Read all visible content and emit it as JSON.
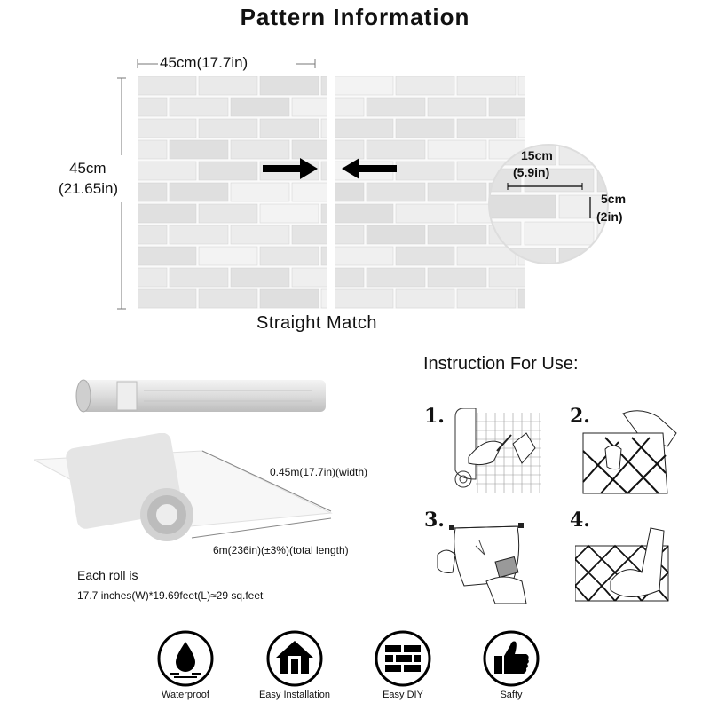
{
  "title": "Pattern Information",
  "panel": {
    "width_label": "45cm(17.7in)",
    "height_label_cm": "45cm",
    "height_label_in": "(21.65in)",
    "match_label": "Straight Match",
    "zoom": {
      "brick_w_cm": "15cm",
      "brick_w_in": "(5.9in)",
      "brick_h_cm": "5cm",
      "brick_h_in": "(2in)"
    }
  },
  "roll": {
    "width_label": "0.45m(17.7in)(width)",
    "length_label": "6m(236in)(±3%)(total length)",
    "each_roll_line1": "Each roll is",
    "each_roll_line2": "17.7 inches(W)*19.69feet(L)≈29 sq.feet"
  },
  "instructions": {
    "title": "Instruction For Use:",
    "steps": [
      "1.",
      "2.",
      "3.",
      "4."
    ]
  },
  "features": [
    {
      "label": "Waterproof",
      "icon": "water-drop-icon"
    },
    {
      "label": "Easy Installation",
      "icon": "house-icon"
    },
    {
      "label": "Easy DIY",
      "icon": "brick-icon"
    },
    {
      "label": "Safty",
      "icon": "thumbs-up-icon"
    }
  ],
  "colors": {
    "brick": "#e6e6e6",
    "mortar": "#fafafa",
    "accent": "#111111"
  }
}
